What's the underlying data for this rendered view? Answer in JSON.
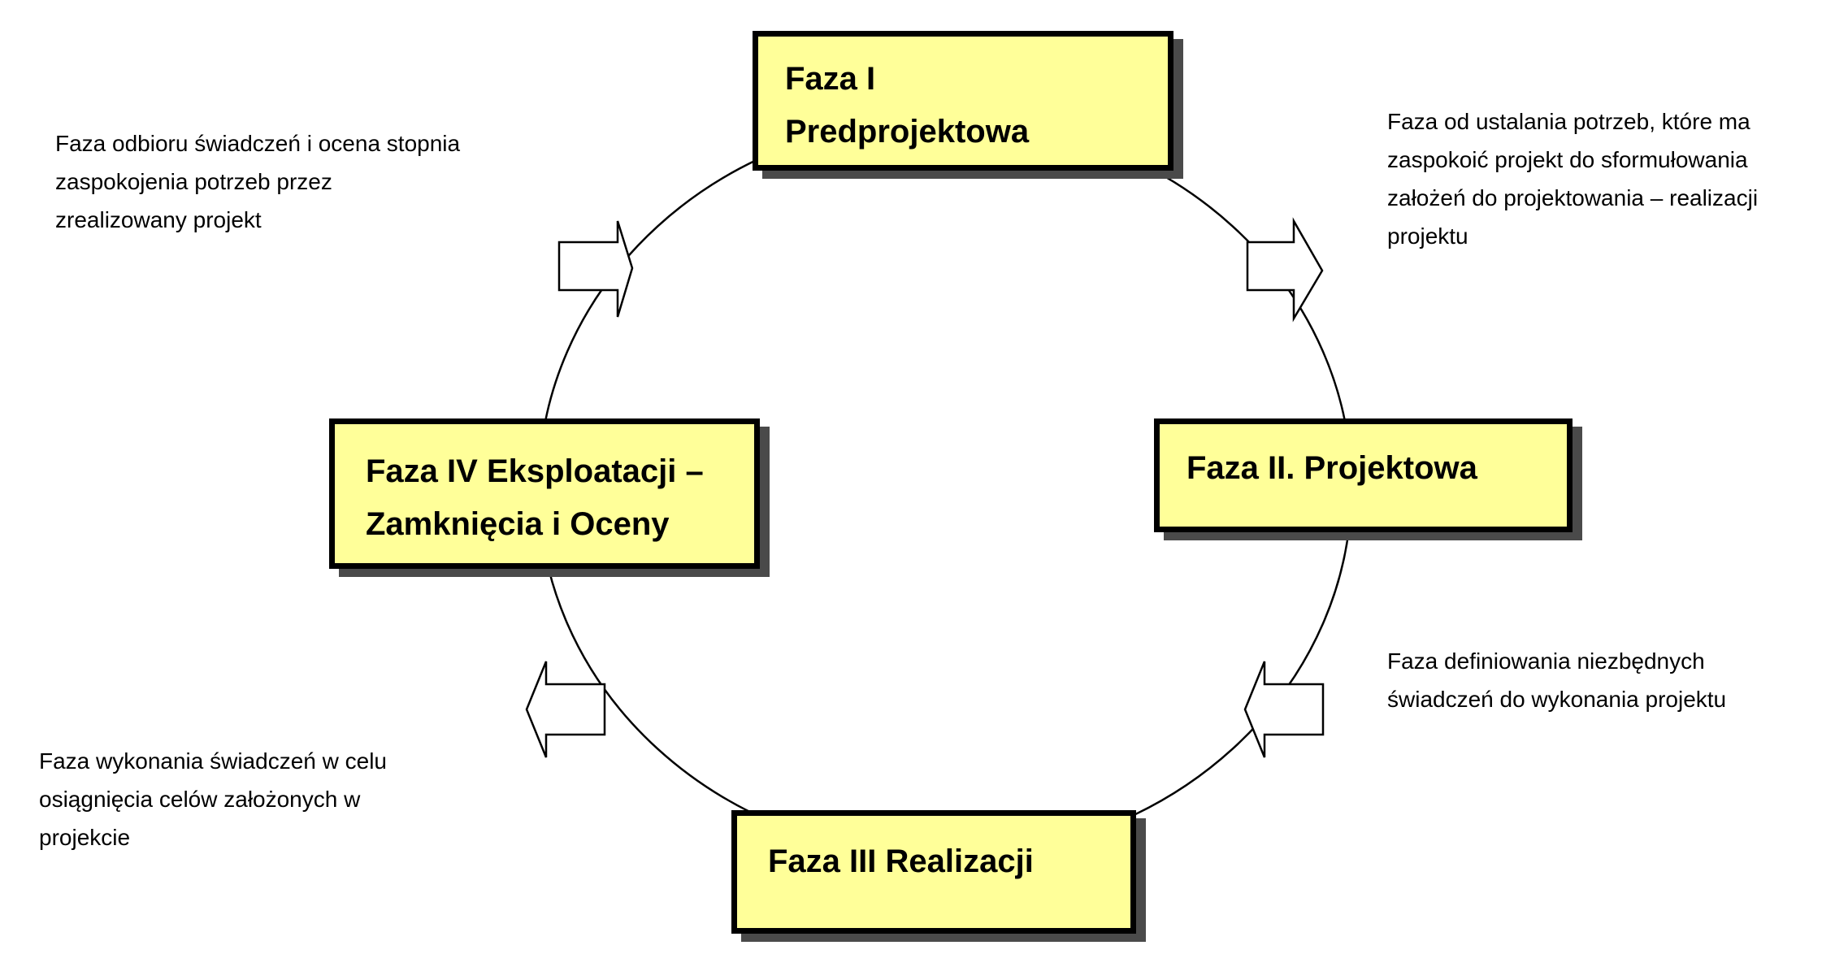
{
  "colors": {
    "box_fill": "#ffff99",
    "box_border": "#000000",
    "box_shadow": "#4a4a4a",
    "arrow_fill": "#ffffff"
  },
  "phases": [
    {
      "label": "Faza I\nPredprojektowa"
    },
    {
      "label": "Faza II.  Projektowa"
    },
    {
      "label": "Faza III  Realizacji"
    },
    {
      "label": "Faza IV  Eksploatacji –\nZamknięcia i Oceny"
    }
  ],
  "descriptions": [
    {
      "text": "Faza od ustalania potrzeb, które ma\nzaspokoić projekt do sformułowania\nzałożeń do projektowania – realizacji\nprojektu"
    },
    {
      "text": "Faza definiowania niezbędnych\nświadczeń do wykonania projektu"
    },
    {
      "text": "Faza wykonania świadczeń w celu\nosiągnięcia celów założonych w\nprojekcie"
    },
    {
      "text": "Faza odbioru świadczeń i ocena stopnia\nzaspokojenia potrzeb przez\nzrealizowany projekt"
    }
  ],
  "arrows": [
    {
      "direction": "right"
    },
    {
      "direction": "left"
    },
    {
      "direction": "left"
    },
    {
      "direction": "right"
    }
  ]
}
